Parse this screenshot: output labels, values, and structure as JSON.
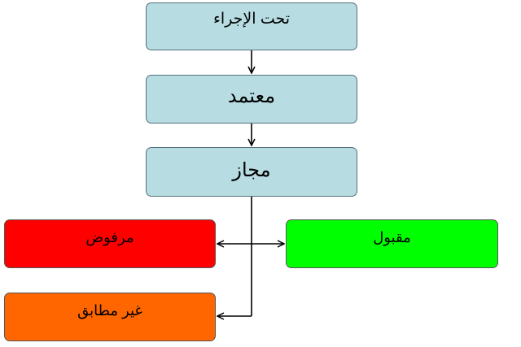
{
  "diagram": {
    "nodes": [
      {
        "id": "n1",
        "label": "تحت الإجراء",
        "color": "#b7dde3"
      },
      {
        "id": "n2",
        "label": "معتمد",
        "color": "#b7dde3"
      },
      {
        "id": "n3",
        "label": "مجاز",
        "color": "#b7dde3"
      },
      {
        "id": "n4",
        "label": "مرفوض",
        "color": "#ff0000"
      },
      {
        "id": "n5",
        "label": "مقبول",
        "color": "#00ff00"
      },
      {
        "id": "n6",
        "label": "غير مطابق",
        "color": "#ff6600"
      }
    ],
    "edges": [
      {
        "from": "n1",
        "to": "n2"
      },
      {
        "from": "n2",
        "to": "n3"
      },
      {
        "from": "n3",
        "to": "n4"
      },
      {
        "from": "n3",
        "to": "n5"
      },
      {
        "from": "n3",
        "to": "n6"
      }
    ]
  }
}
